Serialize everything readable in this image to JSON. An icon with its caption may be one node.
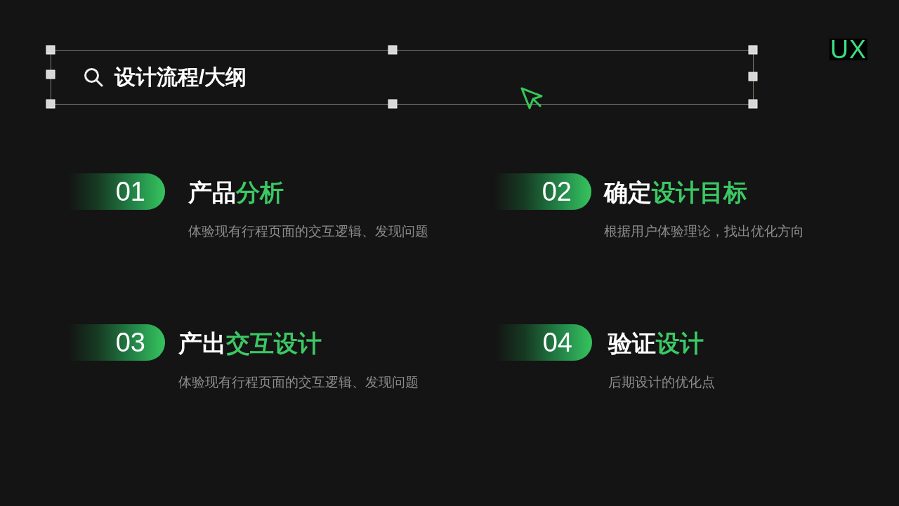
{
  "diagram": {
    "nodes": [
      {
        "text": [
          "设计流程/大纲"
        ]
      },
      {
        "text": [
          "UX"
        ]
      },
      {
        "text": [
          "01"
        ],
        "beside": [
          "产品**分析**",
          "体验现有行程页面的交互逻辑、发现问题"
        ]
      },
      {
        "text": [
          "02"
        ],
        "beside": [
          "确定**设计目标**",
          "根据用户体验理论，找出优化方向"
        ]
      },
      {
        "text": [
          "03"
        ],
        "beside": [
          "产出**交互设计**",
          "体验现有行程页面的交互逻辑、发现问题"
        ]
      },
      {
        "text": [
          "04"
        ],
        "beside": [
          "验证**设计**",
          "后期设计的优化点"
        ]
      }
    ]
  }
}
